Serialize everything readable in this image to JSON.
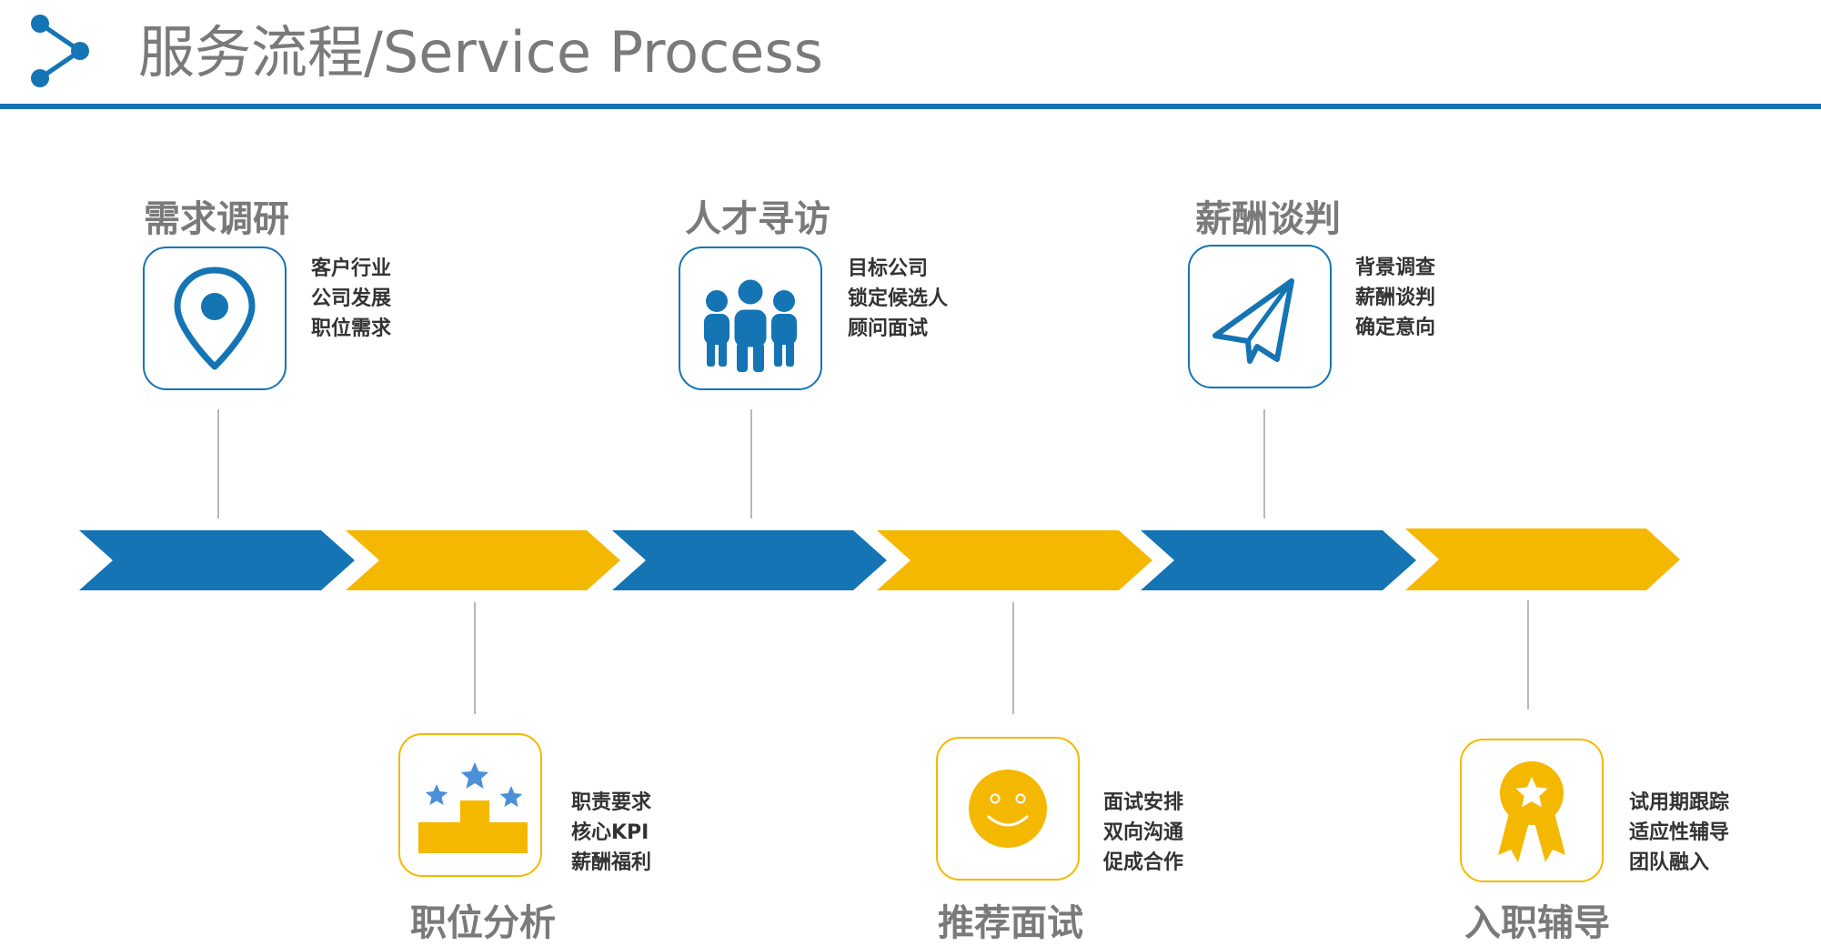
{
  "header": {
    "title": "服务流程/Service Process",
    "logo_icon": "network-node-icon",
    "accent_color": "#1474b4"
  },
  "colors": {
    "blue": "#1474b4",
    "yellow": "#f5b800",
    "title_gray": "#7a7a7a",
    "star_blue": "#4a8fd8"
  },
  "steps": [
    {
      "title": "需求调研",
      "icon": "location-pin-icon",
      "color": "blue",
      "details": [
        "客户行业",
        "公司发展",
        "职位需求"
      ]
    },
    {
      "title": "职位分析",
      "icon": "podium-stars-icon",
      "color": "yellow",
      "details": [
        "职责要求",
        "核心KPI",
        "薪酬福利"
      ]
    },
    {
      "title": "人才寻访",
      "icon": "people-group-icon",
      "color": "blue",
      "details": [
        "目标公司",
        "锁定候选人",
        "顾问面试"
      ]
    },
    {
      "title": "推荐面试",
      "icon": "smiley-face-icon",
      "color": "yellow",
      "details": [
        "面试安排",
        "双向沟通",
        "促成合作"
      ]
    },
    {
      "title": "薪酬谈判",
      "icon": "paper-plane-icon",
      "color": "blue",
      "details": [
        "背景调查",
        "薪酬谈判",
        "确定意向"
      ]
    },
    {
      "title": "入职辅导",
      "icon": "award-ribbon-icon",
      "color": "yellow",
      "details": [
        "试用期跟踪",
        "适应性辅导",
        "团队融入"
      ]
    }
  ]
}
